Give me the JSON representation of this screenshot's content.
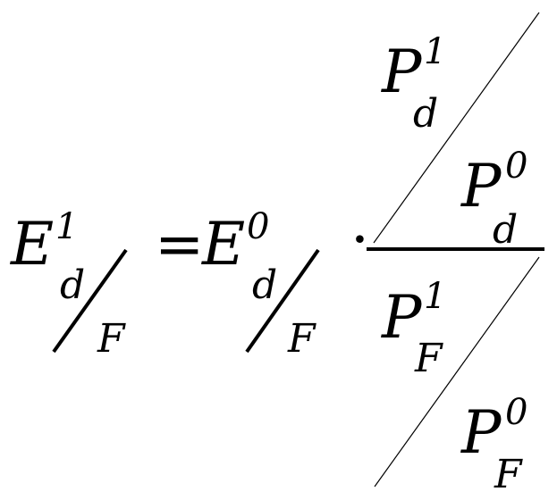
{
  "formula": {
    "lhs": {
      "base": "E",
      "sup": "1",
      "num": "d",
      "den": "F"
    },
    "equals": "=",
    "rhs": {
      "base": "E",
      "sup": "0",
      "num": "d",
      "den": "F"
    },
    "dot": "·",
    "fraction": {
      "top": {
        "num": {
          "base": "P",
          "sup": "1",
          "sub": "d"
        },
        "den": {
          "base": "P",
          "sup": "0",
          "sub": "d"
        }
      },
      "bottom": {
        "num": {
          "base": "P",
          "sup": "1",
          "sub": "F"
        },
        "den": {
          "base": "P",
          "sup": "0",
          "sub": "F"
        }
      }
    }
  }
}
